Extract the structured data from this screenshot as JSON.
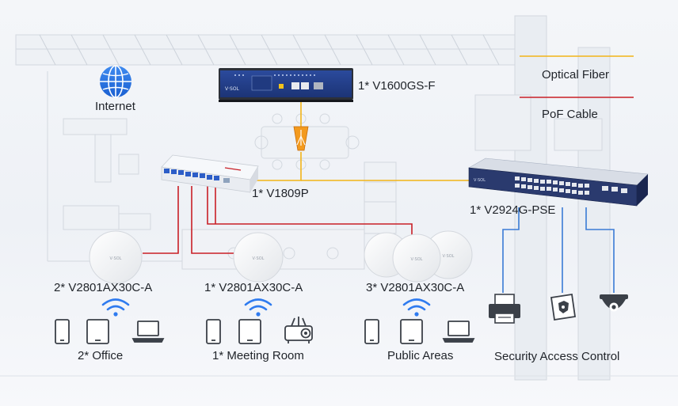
{
  "diagram": {
    "internet_label": "Internet",
    "core_switch_label": "1* V1600GS-F",
    "poe_switch_small_label": "1* V1809P",
    "poe_switch_large_label": "1* V2924G-PSE",
    "legend": {
      "optical_label": "Optical Fiber",
      "poe_label": "PoF Cable",
      "optical_color": "#f2b417",
      "poe_color": "#c91f26"
    },
    "ethernet_color": "#3a7bd5",
    "ap_groups": [
      {
        "count_label": "2* V2801AX30C-A",
        "area_label": "2* Office"
      },
      {
        "count_label": "1* V2801AX30C-A",
        "area_label": "1* Meeting Room"
      },
      {
        "count_label": "3* V2801AX30C-A",
        "area_label": "Public Areas"
      }
    ],
    "security_label": "Security Access Control",
    "icons": [
      "globe-icon",
      "wifi-icon",
      "phone-icon",
      "tablet-icon",
      "laptop-icon",
      "projector-icon",
      "printer-icon",
      "access-control-icon",
      "camera-icon"
    ]
  }
}
